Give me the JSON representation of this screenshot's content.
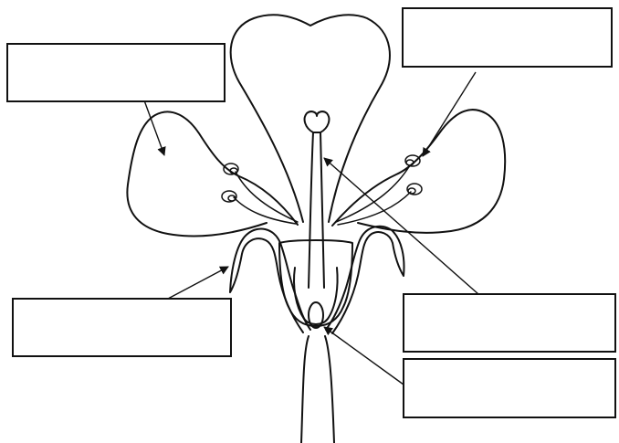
{
  "labels": [
    {
      "id": "petal",
      "text": ""
    },
    {
      "id": "anther",
      "text": ""
    },
    {
      "id": "sepal",
      "text": ""
    },
    {
      "id": "stigma-style",
      "text": ""
    },
    {
      "id": "ovary",
      "text": ""
    }
  ],
  "colors": {
    "line": "#111111",
    "background": "#ffffff"
  }
}
